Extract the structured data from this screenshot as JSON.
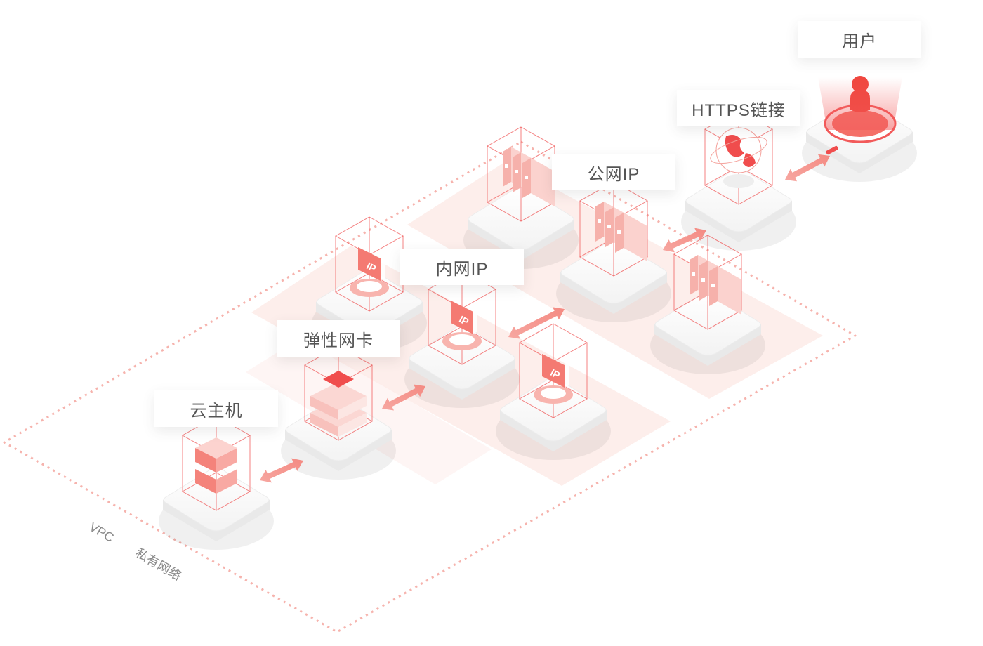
{
  "labels": {
    "user": "用户",
    "https_link": "HTTPS链接",
    "public_ip": "公网IP",
    "private_ip": "内网IP",
    "eni": "弹性网卡",
    "cvm": "云主机"
  },
  "vpc": {
    "name": "VPC",
    "desc": "私有网络"
  },
  "colors": {
    "accent": "#f04d4d",
    "accent_light": "#fde8e6",
    "tile": "#f5f5f5",
    "border_dots": "#f6b3ad"
  },
  "icons": [
    "user-icon",
    "globe-icon",
    "server-rack-icon",
    "ip-monitor-icon",
    "chip-icon",
    "host-icon",
    "double-arrow-icon"
  ]
}
